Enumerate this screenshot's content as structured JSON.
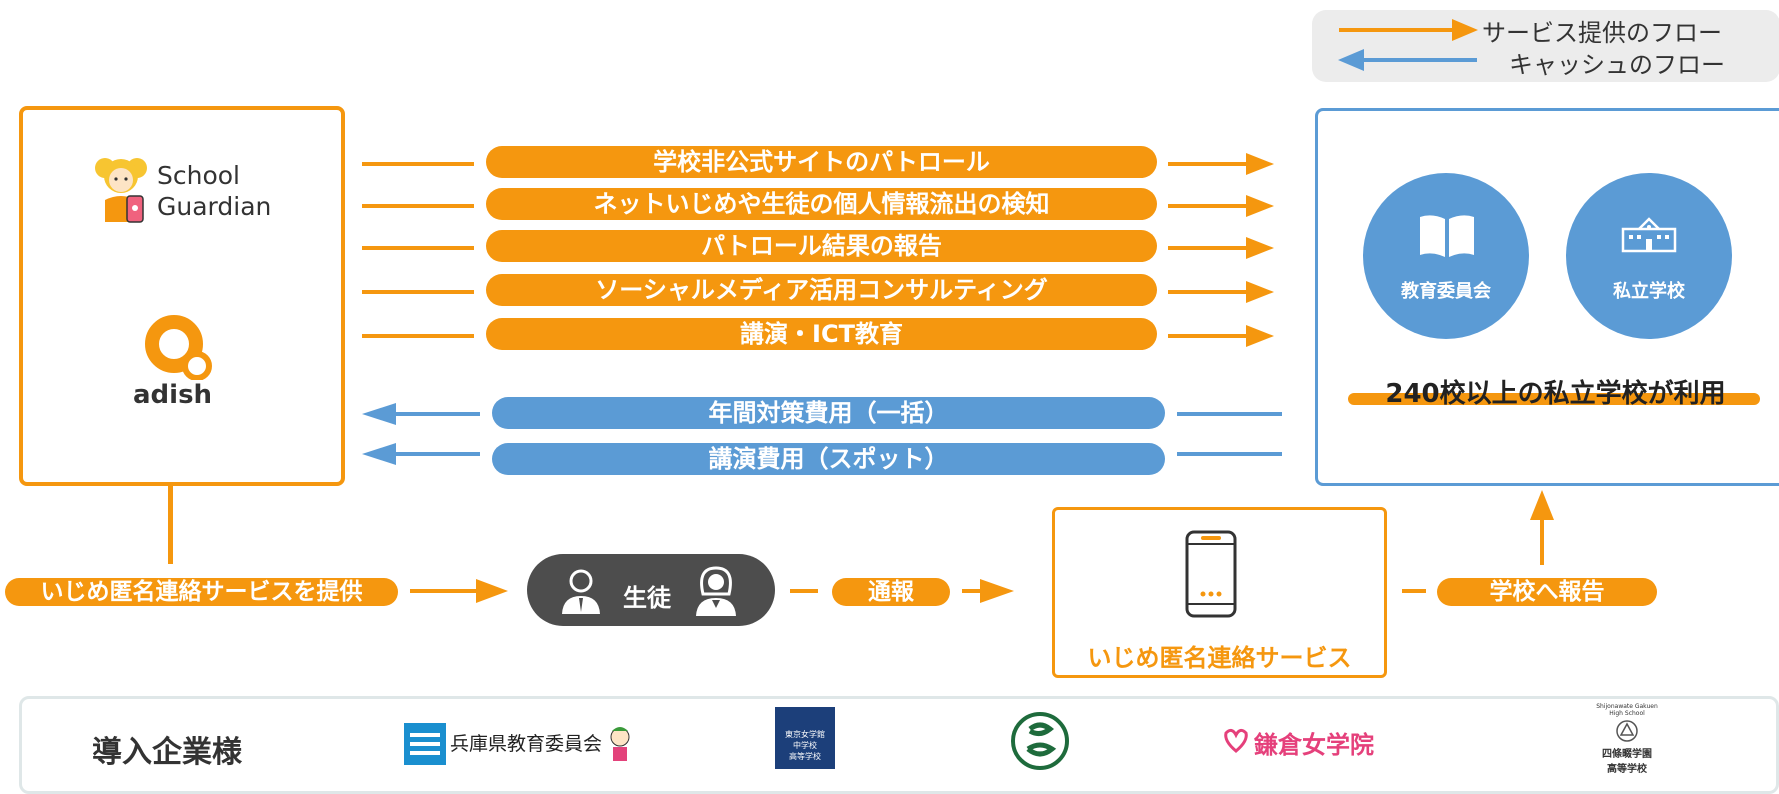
{
  "legend": {
    "service_flow": "サービス提供のフロー",
    "cash_flow": "キャッシュのフロー"
  },
  "provider": {
    "brand1": "School Guardian",
    "brand1_line1": "School",
    "brand1_line2": "Guardian",
    "brand2": "adish"
  },
  "services": [
    "学校非公式サイトのパトロール",
    "ネットいじめや生徒の個人情報流出の検知",
    "パトロール結果の報告",
    "ソーシャルメディア活用コンサルティング",
    "講演・ICT教育"
  ],
  "payments": [
    "年間対策費用（一括）",
    "講演費用（スポット）"
  ],
  "clients": {
    "board": "教育委員会",
    "private_school": "私立学校",
    "usage_note": "240校以上の私立学校が利用"
  },
  "flow": {
    "provide_service": "いじめ匿名連絡サービスを提供",
    "students": "生徒",
    "report": "通報",
    "service_name": "いじめ匿名連絡サービス",
    "report_to_school": "学校へ報告"
  },
  "adopters": {
    "title": "導入企業様",
    "hyogo": "兵庫県教育委員会",
    "tokyo_line1": "東京女学館",
    "tokyo_line2": "中学校",
    "tokyo_line3": "高等学校",
    "kamakura": "鎌倉女学院",
    "shijo_en1": "Shijonawate Gakuen",
    "shijo_en2": "High School",
    "shijo_line1": "四條畷学園",
    "shijo_line2": "高等学校"
  },
  "colors": {
    "orange": "#f5970f",
    "blue": "#5b9bd5",
    "dark": "#4d4d4d"
  }
}
